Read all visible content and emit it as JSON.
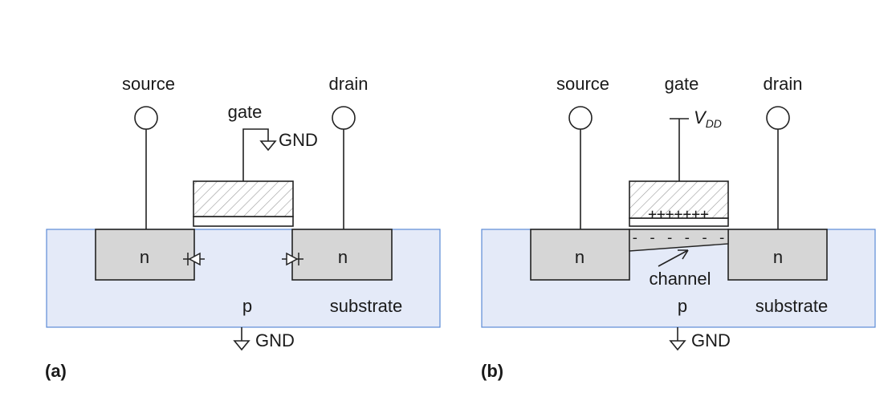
{
  "colors": {
    "substrate_fill": "#e4eaf8",
    "substrate_stroke": "#5c8bd6",
    "ndoped_fill": "#d6d6d6",
    "outline": "#222222"
  },
  "panel_a": {
    "source_label": "source",
    "drain_label": "drain",
    "gate_label": "gate",
    "gate_gnd_label": "GND",
    "n_left_label": "n",
    "n_right_label": "n",
    "p_label": "p",
    "substrate_label": "substrate",
    "bottom_gnd_label": "GND",
    "panel_label": "(a)"
  },
  "panel_b": {
    "source_label": "source",
    "gate_label": "gate",
    "drain_label": "drain",
    "vdd_main": "V",
    "vdd_sub": "DD",
    "plus_charges": "+++++++",
    "minus_charges": "- - - - - -",
    "channel_label": "channel",
    "n_left_label": "n",
    "n_right_label": "n",
    "p_label": "p",
    "substrate_label": "substrate",
    "bottom_gnd_label": "GND",
    "panel_label": "(b)"
  }
}
